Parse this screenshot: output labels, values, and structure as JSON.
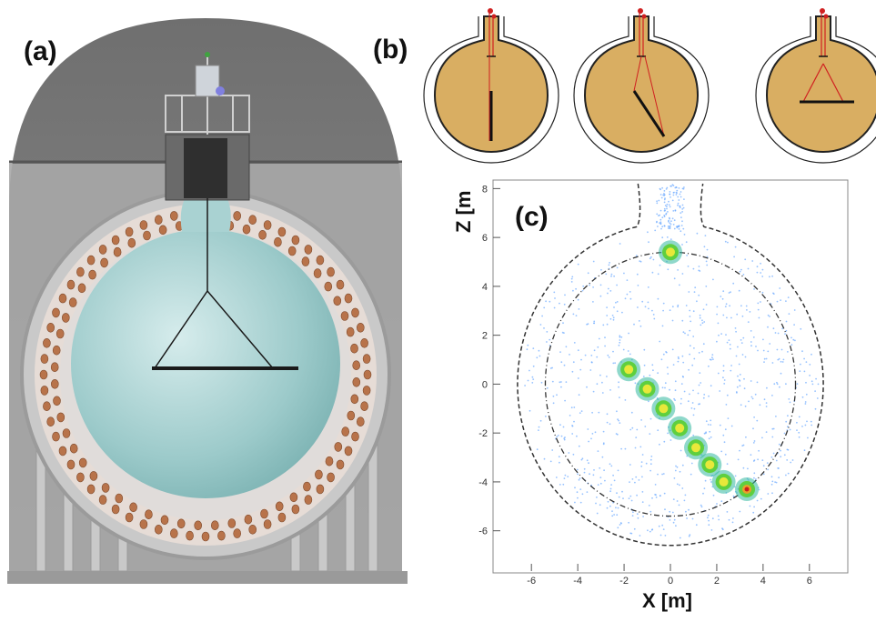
{
  "figure": {
    "panel_labels": {
      "a": "(a)",
      "b": "(b)",
      "c": "(c)"
    }
  },
  "panel_a": {
    "description_colors": {
      "dome": "#7d7d7d",
      "vessel": "#b8dcdc",
      "pmt": "#b8734a"
    }
  },
  "panel_b": {
    "colors": {
      "liquid": "#d9ae62",
      "rod": "#111111",
      "string": "#d02020"
    }
  },
  "chart_data": {
    "type": "scatter",
    "title": "",
    "xlabel": "X [m]",
    "ylabel": "Z [m",
    "xlim": [
      -7.5,
      7.5
    ],
    "ylim": [
      -7.5,
      8.2
    ],
    "xticks": [
      -6,
      -4,
      -2,
      0,
      2,
      4,
      6
    ],
    "yticks": [
      -6,
      -4,
      -2,
      0,
      2,
      4,
      6,
      8
    ],
    "grid": false,
    "series": [
      {
        "x": [
          0.0,
          -1.8,
          -1.0,
          -0.3,
          0.4,
          1.1,
          1.7,
          2.3,
          3.3
        ],
        "y": [
          5.4,
          0.6,
          -0.2,
          -1.0,
          -1.8,
          -2.6,
          -3.3,
          -4.0,
          -4.3
        ]
      }
    ],
    "outlines": {
      "inner_circle_radius_m": 5.4,
      "outer_flask_radius_m": 6.6
    }
  }
}
